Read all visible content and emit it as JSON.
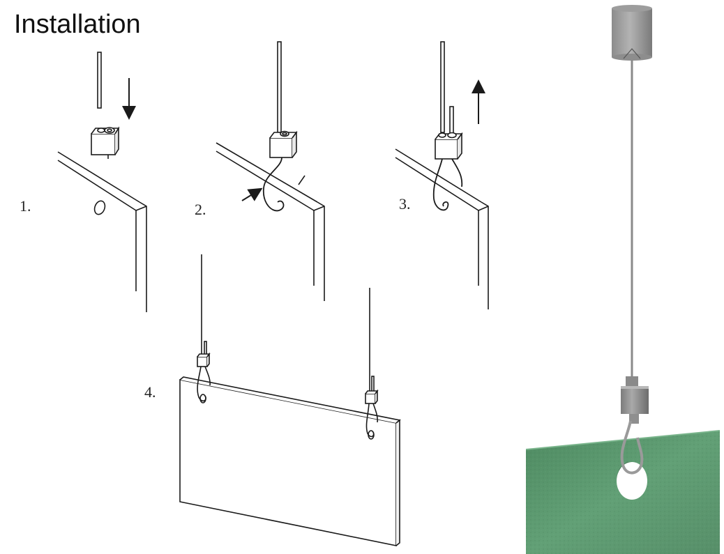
{
  "title": "Installation",
  "steps": [
    {
      "label": "1."
    },
    {
      "label": "2."
    },
    {
      "label": "3."
    },
    {
      "label": "4."
    }
  ],
  "icons": [
    "arrow-down-icon",
    "arrow-right-icon",
    "arrow-up-icon"
  ],
  "colors": {
    "line": "#1a1a1a",
    "panel_photo": "#5f9a72",
    "metal_light": "#a7a7a7",
    "metal_dark": "#6e6e6e"
  }
}
